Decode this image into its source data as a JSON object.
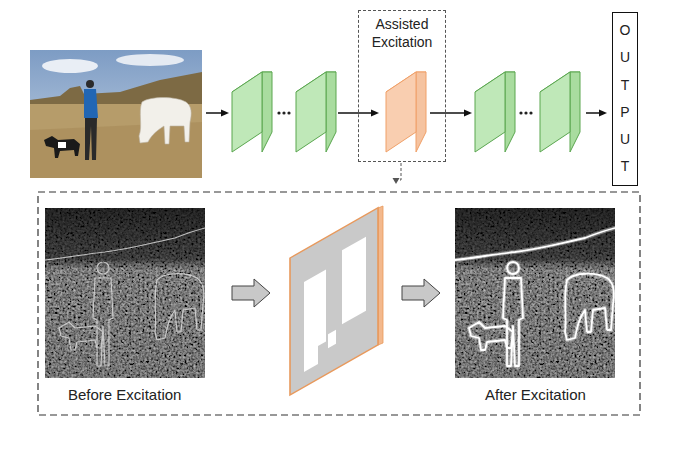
{
  "diagram": {
    "nodes": [
      {
        "text": [
          "Assisted Excitation"
        ]
      },
      {
        "text": [
          "OUTPUT"
        ]
      }
    ],
    "labels": [
      "Before Excitation",
      "After Excitation"
    ]
  }
}
